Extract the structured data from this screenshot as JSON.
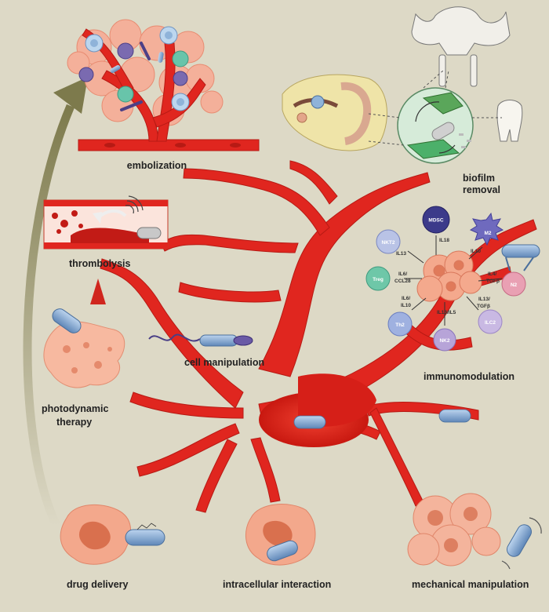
{
  "labels": {
    "embolization": "embolization",
    "biofilm_line1": "biofilm",
    "biofilm_line2": "removal",
    "thrombolysis": "thrombolysis",
    "cell_manipulation": "cell manipulation",
    "immunomodulation": "immunomodulation",
    "photodynamic_line1": "photodynamic",
    "photodynamic_line2": "therapy",
    "drug_delivery": "drug delivery",
    "intracellular_interaction": "intracellular interaction",
    "mechanical_manipulation": "mechanical manipulation"
  },
  "immune_cells": {
    "mdsc": "MDSC",
    "m2": "M2",
    "nkt2": "NKT2",
    "treg": "Treg",
    "n2": "N2",
    "th2": "Th2",
    "nk2": "NK2",
    "ilc2": "ILC2"
  },
  "cytokines": {
    "il18": "IL18",
    "il10_top": "IL10",
    "il13_top": "IL13",
    "il6_ccl28_l1": "IL6/",
    "il6_ccl28_l2": "CCL28",
    "il4_tgfb_l1": "IL4/",
    "il4_tgfb_l2": "TGFβ",
    "il6_il10_l1": "IL6/",
    "il6_il10_l2": "IL10",
    "il13_il5": "IL13/IL5",
    "il13_tgfb_l1": "IL13/",
    "il13_tgfb_l2": "TGFβ"
  },
  "colors": {
    "background": "#ddd9c6",
    "vessel": "#e0261f",
    "microrobot": "#8fb3d9",
    "tumor": "#f2a48a",
    "arrow": "#8a8a5a"
  }
}
